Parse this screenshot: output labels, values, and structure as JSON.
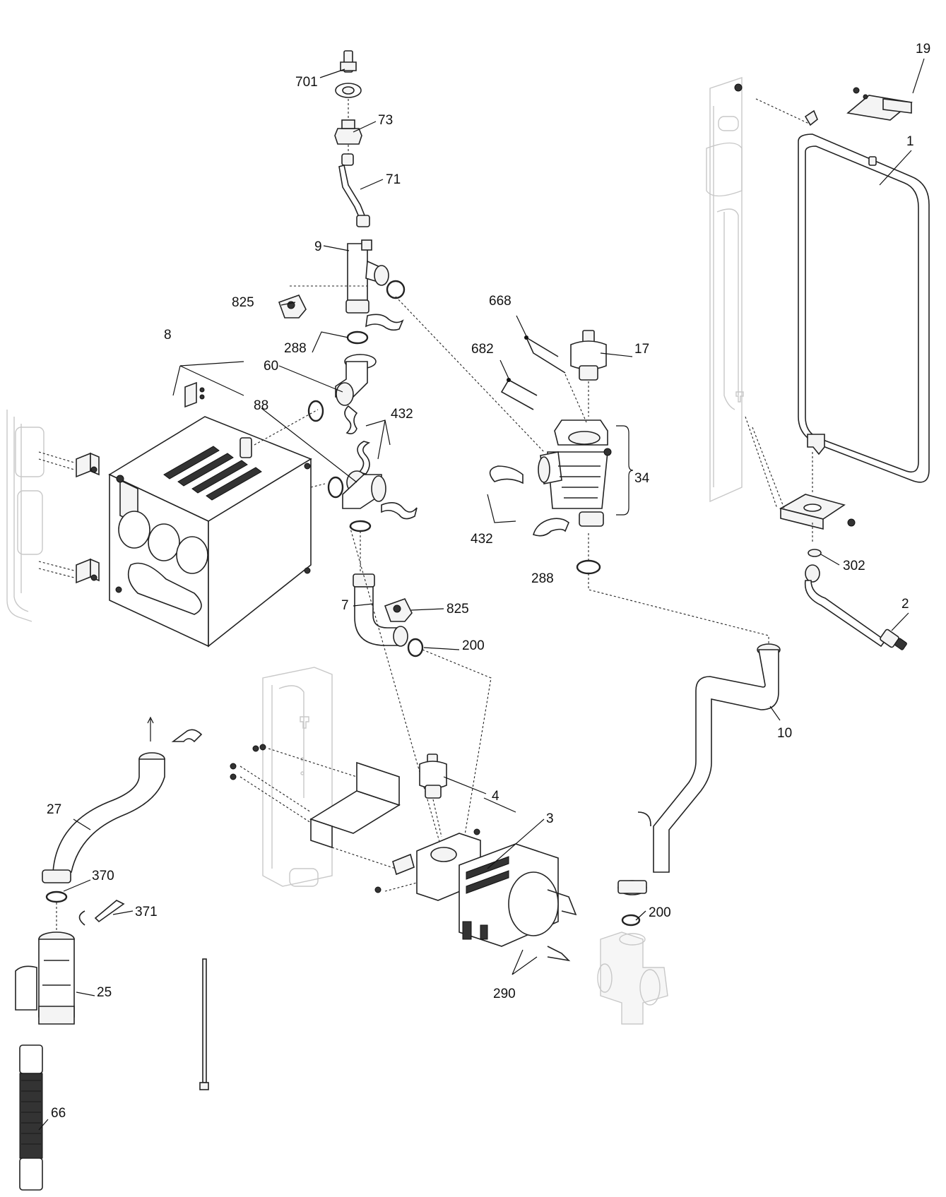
{
  "callouts": [
    {
      "id": "701",
      "text": "701"
    },
    {
      "id": "73",
      "text": "73"
    },
    {
      "id": "71",
      "text": "71"
    },
    {
      "id": "9",
      "text": "9"
    },
    {
      "id": "825-top",
      "text": "825"
    },
    {
      "id": "288-top",
      "text": "288"
    },
    {
      "id": "8",
      "text": "8"
    },
    {
      "id": "60",
      "text": "60"
    },
    {
      "id": "88",
      "text": "88"
    },
    {
      "id": "432-mid",
      "text": "432"
    },
    {
      "id": "668",
      "text": "668"
    },
    {
      "id": "682",
      "text": "682"
    },
    {
      "id": "17",
      "text": "17"
    },
    {
      "id": "34",
      "text": "34"
    },
    {
      "id": "432-left",
      "text": "432"
    },
    {
      "id": "288-bottom",
      "text": "288"
    },
    {
      "id": "19",
      "text": "19"
    },
    {
      "id": "1",
      "text": "1"
    },
    {
      "id": "302",
      "text": "302"
    },
    {
      "id": "2",
      "text": "2"
    },
    {
      "id": "7",
      "text": "7"
    },
    {
      "id": "825-bottom",
      "text": "825"
    },
    {
      "id": "200-top",
      "text": "200"
    },
    {
      "id": "10",
      "text": "10"
    },
    {
      "id": "27",
      "text": "27"
    },
    {
      "id": "370",
      "text": "370"
    },
    {
      "id": "371",
      "text": "371"
    },
    {
      "id": "25",
      "text": "25"
    },
    {
      "id": "66",
      "text": "66"
    },
    {
      "id": "4",
      "text": "4"
    },
    {
      "id": "3",
      "text": "3"
    },
    {
      "id": "290",
      "text": "290"
    },
    {
      "id": "200-bottom",
      "text": "200"
    }
  ]
}
